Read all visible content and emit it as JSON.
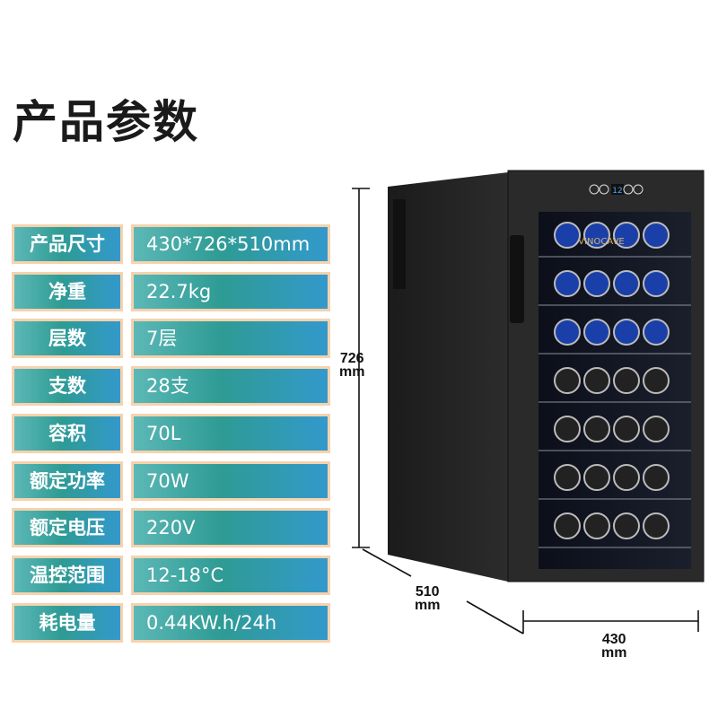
{
  "title": "产品参数",
  "specs": [
    {
      "label": "产品尺寸",
      "value": "430*726*510mm"
    },
    {
      "label": "净重",
      "value": "22.7kg"
    },
    {
      "label": "层数",
      "value": "7层"
    },
    {
      "label": "支数",
      "value": "28支"
    },
    {
      "label": "容积",
      "value": "70L"
    },
    {
      "label": "额定功率",
      "value": "70W"
    },
    {
      "label": "额定电压",
      "value": "220V"
    },
    {
      "label": "温控范围",
      "value": "12-18°C"
    },
    {
      "label": "耗电量",
      "value": "0.44KW.h/24h"
    }
  ],
  "product": {
    "brand": "VINOCAVE",
    "display_temp": "12"
  },
  "dimensions": {
    "height": {
      "value": "726",
      "unit": "mm"
    },
    "depth": {
      "value": "510",
      "unit": "mm"
    },
    "width": {
      "value": "430",
      "unit": "mm"
    }
  }
}
